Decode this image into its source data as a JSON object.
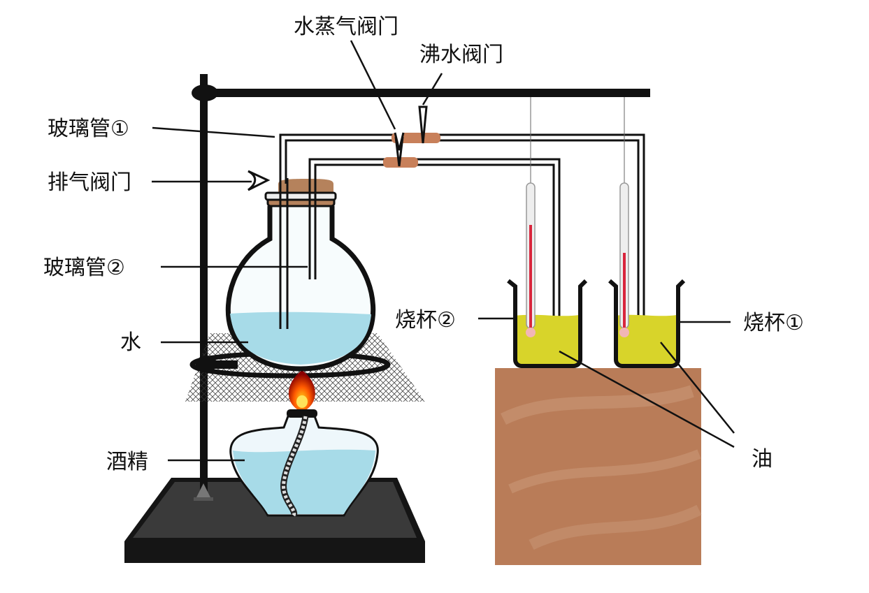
{
  "labels": {
    "steam_valve": "水蒸气阀门",
    "boiling_valve": "沸水阀门",
    "glass_tube_1": "玻璃管①",
    "vent_valve": "排气阀门",
    "glass_tube_2": "玻璃管②",
    "water": "水",
    "alcohol": "酒精",
    "beaker_2": "烧杯②",
    "beaker_1": "烧杯①",
    "oil": "油"
  },
  "colors": {
    "water": "#a7dbe8",
    "oil": "#d8d42a",
    "stopper": "#b5825c",
    "block": "#b97c58",
    "thermometer_liquid": "#d9263d",
    "stand": "#111111"
  },
  "icons": [
    "flame-icon",
    "clamp-icon"
  ]
}
